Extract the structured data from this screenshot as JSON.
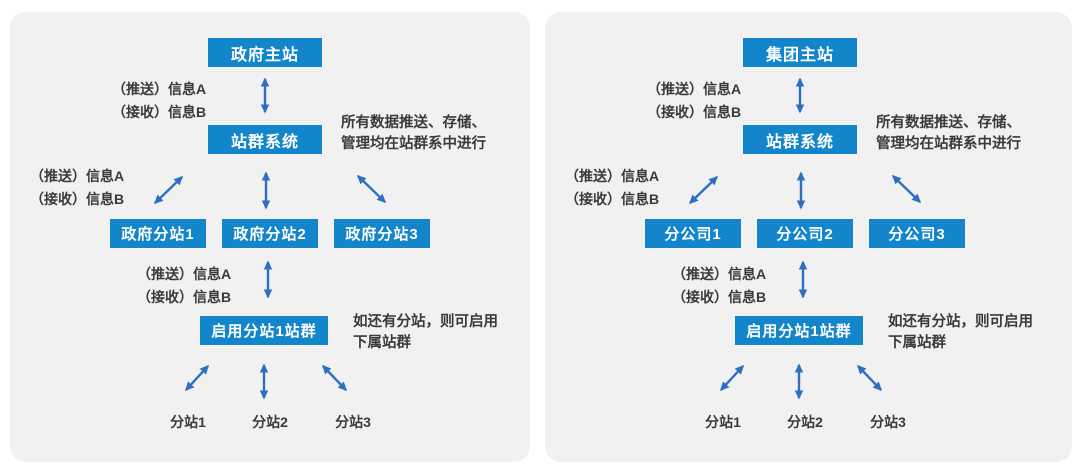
{
  "colors": {
    "node_fill": "#1385ca",
    "node_text": "#ffffff",
    "arrow": "#2e6fc0",
    "panel_background": "#f1f1f2",
    "annotation_text": "#3a3a3a"
  },
  "panels": [
    {
      "id": "government-cluster",
      "nodes": {
        "main": "政府主站",
        "hub": "站群系统",
        "branch1": "政府分站1",
        "branch2": "政府分站2",
        "branch3": "政府分站3",
        "subhub": "启用分站1站群"
      },
      "annotations": {
        "pair1": [
          "（推送）信息A",
          "（接收）信息B"
        ],
        "pair2": [
          "（推送）信息A",
          "（接收）信息B"
        ],
        "pair3": [
          "（推送）信息A",
          "（接收）信息B"
        ],
        "note1": [
          "所有数据推送、存储、",
          "管理均在站群系中进行"
        ],
        "note2": [
          "如还有分站，则可启用",
          "下属站群"
        ]
      },
      "leaves": [
        "分站1",
        "分站2",
        "分站3"
      ]
    },
    {
      "id": "corporate-cluster",
      "nodes": {
        "main": "集团主站",
        "hub": "站群系统",
        "branch1": "分公司1",
        "branch2": "分公司2",
        "branch3": "分公司3",
        "subhub": "启用分站1站群"
      },
      "annotations": {
        "pair1": [
          "（推送）信息A",
          "（接收）信息B"
        ],
        "pair2": [
          "（推送）信息A",
          "（接收）信息B"
        ],
        "pair3": [
          "（推送）信息A",
          "（接收）信息B"
        ],
        "note1": [
          "所有数据推送、存储、",
          "管理均在站群系中进行"
        ],
        "note2": [
          "如还有分站，则可启用",
          "下属站群"
        ]
      },
      "leaves": [
        "分站1",
        "分站2",
        "分站3"
      ]
    }
  ]
}
